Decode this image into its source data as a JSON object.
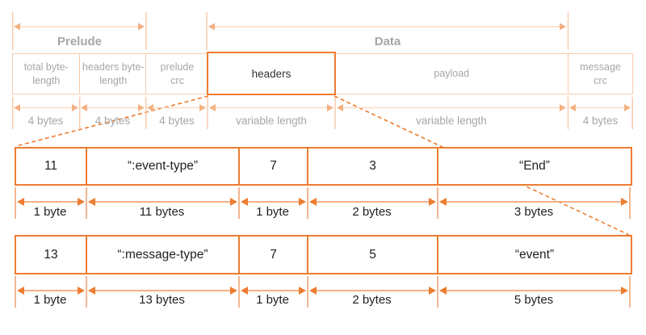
{
  "colors": {
    "accent": "#ED7D31",
    "pale": "#F8CBAD",
    "muted_text": "#A6A6A6",
    "dark_text": "#1f1f1f"
  },
  "top_spans": [
    {
      "label": "Prelude"
    },
    {
      "label": "Data"
    }
  ],
  "message_fields": [
    {
      "label": "total byte-length",
      "size": "4 bytes"
    },
    {
      "label": "headers byte-length",
      "size": "4 bytes"
    },
    {
      "label": "prelude crc",
      "size": "4 bytes"
    },
    {
      "label": "headers",
      "size": "variable length"
    },
    {
      "label": "payload",
      "size": "variable length"
    },
    {
      "label": "message crc",
      "size": "4 bytes"
    }
  ],
  "header_examples": [
    {
      "cells": [
        {
          "value": "11",
          "size": "1 byte"
        },
        {
          "value": "“:event-type”",
          "size": "11 bytes"
        },
        {
          "value": "7",
          "size": "1 byte"
        },
        {
          "value": "3",
          "size": "2 bytes"
        },
        {
          "value": "“End”",
          "size": "3 bytes"
        }
      ]
    },
    {
      "cells": [
        {
          "value": "13",
          "size": "1 byte"
        },
        {
          "value": "“:message-type”",
          "size": "13 bytes"
        },
        {
          "value": "7",
          "size": "1 byte"
        },
        {
          "value": "5",
          "size": "2 bytes"
        },
        {
          "value": "“event”",
          "size": "5 bytes"
        }
      ]
    }
  ]
}
